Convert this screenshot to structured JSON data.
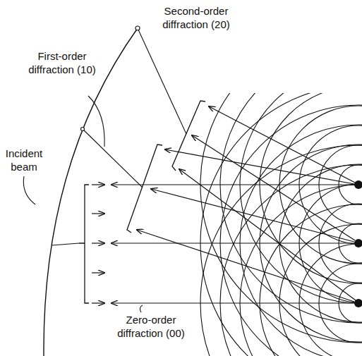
{
  "diagram": {
    "labels": [
      "Second-order diffraction (20)",
      "First-order diffraction (10)",
      "Incident beam",
      "Zero-order diffraction (00)"
    ]
  }
}
